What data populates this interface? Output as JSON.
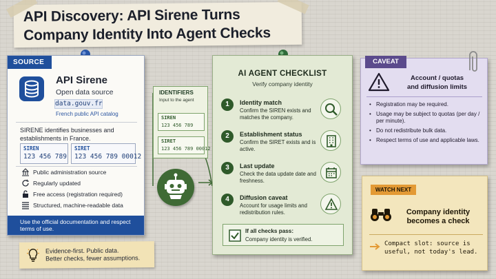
{
  "title": {
    "line1": "API Discovery: API Sirene Turns",
    "line2": "Company Identity Into Agent Checks"
  },
  "source": {
    "tag": "SOURCE",
    "name": "API Sirene",
    "subtitle": "Open data source",
    "url": "data.gouv.fr",
    "catalog": "French public API catalog",
    "description": "SIRENE identifies businesses and establishments in France.",
    "siren_label": "SIREN",
    "siren_value": "123 456 789",
    "siret_label": "SIRET",
    "siret_value": "123 456 789 00012",
    "features": [
      {
        "icon": "building-icon",
        "label": "Public administration source"
      },
      {
        "icon": "refresh-icon",
        "label": "Regularly updated"
      },
      {
        "icon": "lock-icon",
        "label": "Free access (registration required)"
      },
      {
        "icon": "list-icon",
        "label": "Structured, machine-readable data"
      }
    ],
    "footer": "Use the official documentation and respect terms of use."
  },
  "evidence": {
    "line1": "Evidence-first. Public data.",
    "line2": "Better checks, fewer assumptions."
  },
  "identifiers": {
    "title": "IDENTIFIERS",
    "subtitle": "Input to the agent",
    "siren_label": "SIREN",
    "siren_value": "123 456 789",
    "siret_label": "SIRET",
    "siret_value": "123 456 789 00012"
  },
  "checklist": {
    "title": "AI AGENT CHECKLIST",
    "subtitle": "Verify company identity",
    "steps": [
      {
        "num": "1",
        "title": "Identity match",
        "desc": "Confirm the SIREN exists and matches the company.",
        "icon": "magnifier-icon"
      },
      {
        "num": "2",
        "title": "Establishment status",
        "desc": "Confirm the SIRET exists and is active.",
        "icon": "building-icon"
      },
      {
        "num": "3",
        "title": "Last update",
        "desc": "Check the data update date and freshness.",
        "icon": "calendar-icon"
      },
      {
        "num": "4",
        "title": "Diffusion caveat",
        "desc": "Account for usage limits and redistribution rules.",
        "icon": "warning-icon"
      }
    ],
    "pass_title": "If all checks pass:",
    "pass_text": "Company identity is verified."
  },
  "caveat": {
    "tag": "CAVEAT",
    "title_line1": "Account / quotas",
    "title_line2": "and diffusion limits",
    "bullets": [
      "Registration may be required.",
      "Usage may be subject to quotas (per day / per minute).",
      "Do not redistribute bulk data.",
      "Respect terms of use and applicable laws."
    ]
  },
  "watch": {
    "tag": "WATCH NEXT",
    "title_line1": "Company identity",
    "title_line2": "becomes a check",
    "text": "Compact slot: source is useful, not today's lead."
  },
  "colors": {
    "source_blue": "#1f4f9c",
    "checklist_green": "#2f5a2a",
    "caveat_purple": "#5b4a8c",
    "watch_orange": "#e39a35"
  }
}
